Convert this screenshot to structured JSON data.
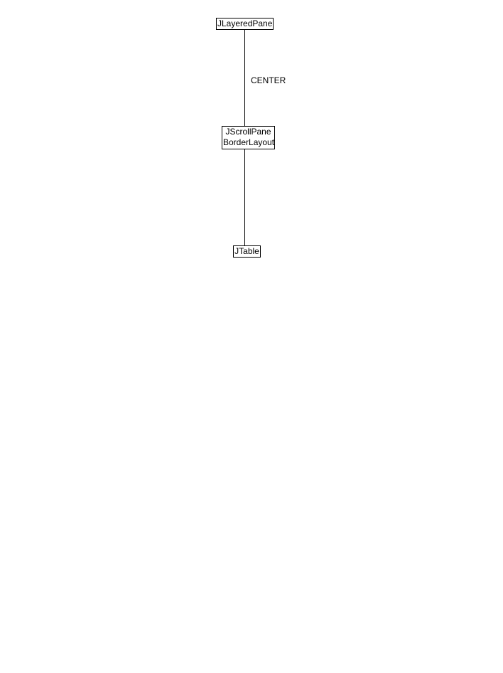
{
  "diagram": {
    "nodes": {
      "layered_pane": {
        "label": "JLayeredPane"
      },
      "scroll_pane": {
        "line1": "JScrollPane",
        "line2": "BorderLayout"
      },
      "table": {
        "label": "JTable"
      }
    },
    "edges": {
      "layered_to_scroll": {
        "label": "CENTER"
      },
      "scroll_to_table": {
        "label": ""
      }
    }
  }
}
